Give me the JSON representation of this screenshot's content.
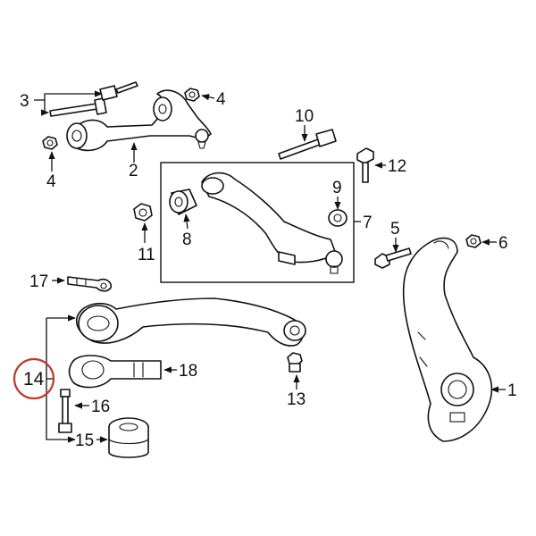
{
  "callouts": {
    "c1": "1",
    "c2": "2",
    "c3": "3",
    "c4a": "4",
    "c4b": "4",
    "c5": "5",
    "c6": "6",
    "c7": "7",
    "c8": "8",
    "c9": "9",
    "c10": "10",
    "c11": "11",
    "c12": "12",
    "c13": "13",
    "c14": "14",
    "c15": "15",
    "c16": "16",
    "c17": "17",
    "c18": "18"
  },
  "colors": {
    "line": "#111111",
    "highlight_circle": "#c0392b",
    "background": "#ffffff"
  }
}
